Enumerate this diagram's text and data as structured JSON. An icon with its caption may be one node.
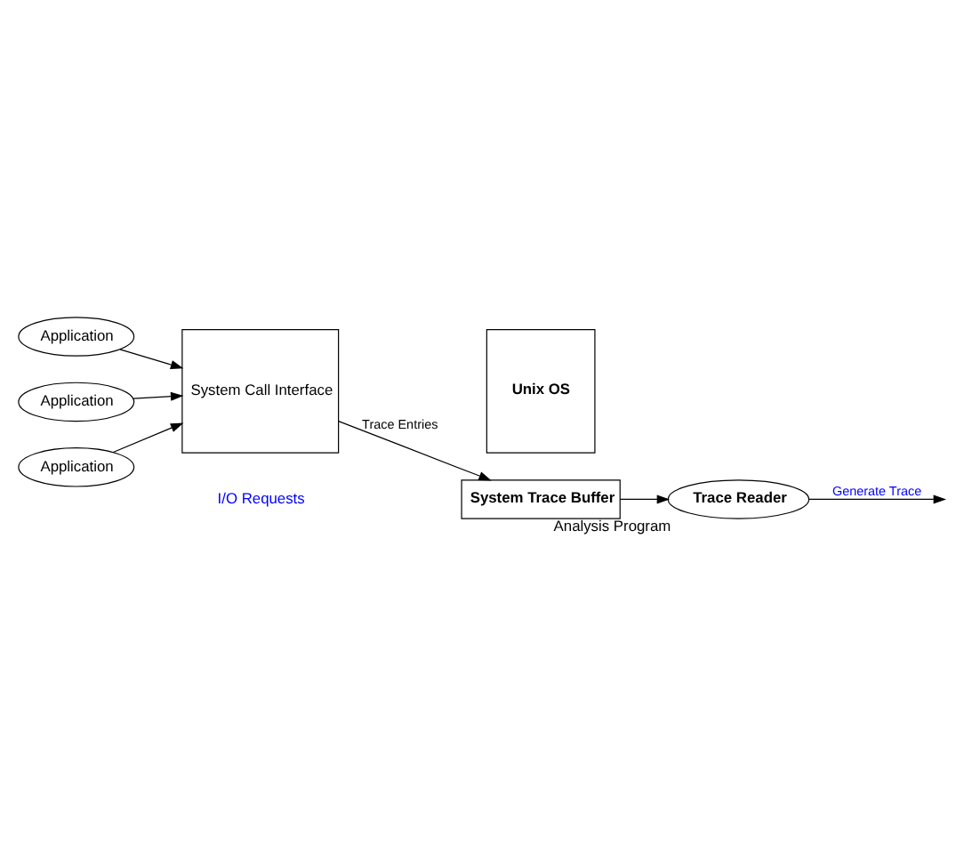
{
  "diagram": {
    "nodes": [
      {
        "text": [
          "Application"
        ]
      },
      {
        "text": [
          "Application"
        ]
      },
      {
        "text": [
          "Application"
        ]
      },
      {
        "text": [
          "System Call Interface"
        ]
      },
      {
        "text": [
          "Unix OS"
        ]
      },
      {
        "text": [
          "System Trace Buffer"
        ]
      },
      {
        "text": [
          "Trace Reader"
        ],
        "beside": [
          "Analysis Program"
        ]
      }
    ],
    "edges": [
      {
        "from": 0,
        "to": 3,
        "arrow": "to"
      },
      {
        "from": 1,
        "to": 3,
        "arrow": "to"
      },
      {
        "from": 2,
        "to": 3,
        "arrow": "to"
      },
      {
        "from": 3,
        "to": 5,
        "arrow": "to",
        "label": "Trace Entries"
      },
      {
        "from": 5,
        "to": 6,
        "arrow": "to"
      },
      {
        "from": 6,
        "to": null,
        "arrow": "to",
        "label": "Generate Trace"
      }
    ],
    "labels": [
      "I/O Requests"
    ]
  }
}
